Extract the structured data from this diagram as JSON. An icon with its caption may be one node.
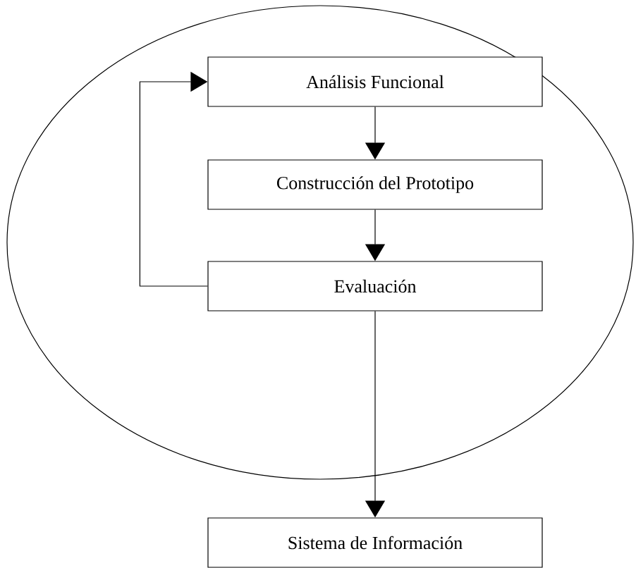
{
  "diagram": {
    "nodes": [
      {
        "text": [
          "Análisis Funcional"
        ]
      },
      {
        "text": [
          "Construcción del Prototipo"
        ]
      },
      {
        "text": [
          "Evaluación"
        ]
      },
      {
        "text": [
          "Sistema de Información"
        ]
      }
    ],
    "edges": [
      {
        "from": 0,
        "to": 1,
        "arrow": "to"
      },
      {
        "from": 1,
        "to": 2,
        "arrow": "to"
      },
      {
        "from": 2,
        "to": 3,
        "arrow": "to"
      },
      {
        "from": 2,
        "to": 0,
        "arrow": "to"
      }
    ]
  }
}
